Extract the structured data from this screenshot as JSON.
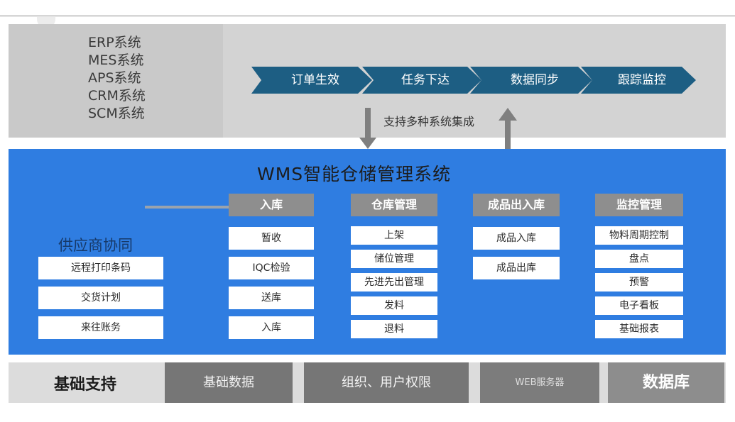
{
  "systems": [
    "ERP系统",
    "MES系统",
    "APS系统",
    "CRM系统",
    "SCM系统"
  ],
  "flow_steps": [
    "订单生效",
    "任务下达",
    "数据同步",
    "跟踪监控"
  ],
  "integration_label": "支持多种系统集成",
  "wms_title": "WMS智能仓储管理系统",
  "supplier": {
    "title": "供应商协同",
    "items": [
      "远程打印条码",
      "交货计划",
      "来往账务"
    ]
  },
  "modules": [
    {
      "title": "入库",
      "items": [
        "暂收",
        "IQC检验",
        "送库",
        "入库"
      ]
    },
    {
      "title": "仓库管理",
      "items": [
        "上架",
        "储位管理",
        "先进先出管理",
        "发料",
        "退料"
      ]
    },
    {
      "title": "成品出入库",
      "items": [
        "成品入库",
        "成品出库"
      ]
    },
    {
      "title": "监控管理",
      "items": [
        "物料周期控制",
        "盘点",
        "预警",
        "电子看板",
        "基础报表"
      ]
    }
  ],
  "foundation": {
    "title": "基础支持",
    "tiles": [
      "基础数据",
      "组织、用户权限",
      "WEB服务器",
      "数据库"
    ]
  },
  "colors": {
    "blue_panel": "#2f7de1",
    "flow_arrow": "#1d5e83",
    "module_header": "#8e8e8e"
  }
}
